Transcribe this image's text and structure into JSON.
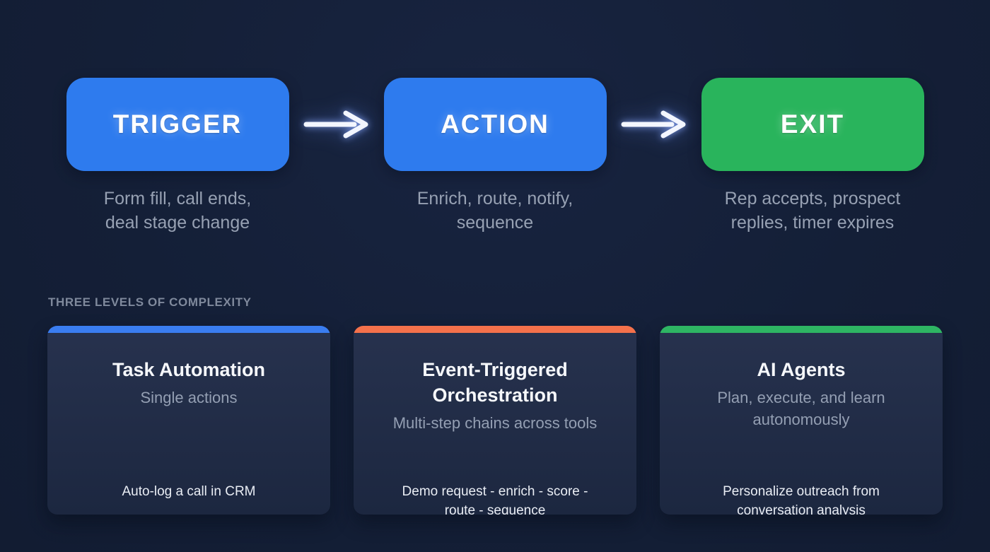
{
  "flow": {
    "steps": [
      {
        "label": "TRIGGER",
        "color": "#2e7bee",
        "description": [
          "Form fill, call ends,",
          "deal stage change"
        ]
      },
      {
        "label": "ACTION",
        "color": "#2e7bee",
        "description": [
          "Enrich, route, notify,",
          "sequence"
        ]
      },
      {
        "label": "EXIT",
        "color": "#29b45c",
        "description": [
          "Rep accepts, prospect",
          "replies, timer expires"
        ]
      }
    ]
  },
  "section_heading": "THREE LEVELS OF COMPLEXITY",
  "cards": [
    {
      "accent": "#3a7df0",
      "title": [
        "Task Automation"
      ],
      "subtitle": [
        "Single actions"
      ],
      "example": [
        "Auto-log a call in CRM"
      ]
    },
    {
      "accent": "#f4714b",
      "title": [
        "Event-Triggered",
        "Orchestration"
      ],
      "subtitle": [
        "Multi-step chains across tools"
      ],
      "example": [
        "Demo request - enrich - score -",
        "route - sequence"
      ]
    },
    {
      "accent": "#2eb563",
      "title": [
        "AI Agents"
      ],
      "subtitle": [
        "Plan, execute, and learn",
        "autonomously"
      ],
      "example": [
        "Personalize outreach from",
        "conversation analysis"
      ]
    }
  ],
  "colors": {
    "background": "#141f37",
    "card_background": "#222d48",
    "flow_blue": "#2e7bee",
    "flow_green": "#29b45c",
    "accent_blue": "#3a7df0",
    "accent_orange": "#f4714b",
    "accent_green": "#2eb563",
    "muted_text": "#97a1b3"
  }
}
